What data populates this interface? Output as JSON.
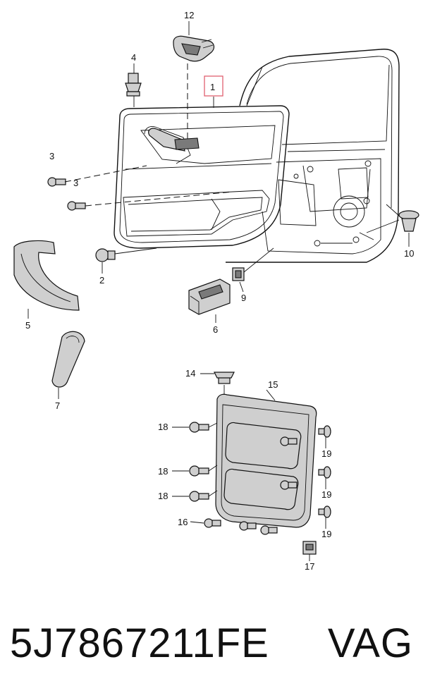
{
  "callouts": [
    "1",
    "2",
    "3",
    "3",
    "4",
    "5",
    "6",
    "7",
    "9",
    "10",
    "12",
    "14",
    "15",
    "16",
    "17",
    "18",
    "18",
    "18",
    "19",
    "19",
    "19"
  ],
  "caption": {
    "part_number": "5J7867211FE",
    "brand": "VAG"
  },
  "colors": {
    "highlight_box": "#e06070",
    "line": "#111111"
  }
}
